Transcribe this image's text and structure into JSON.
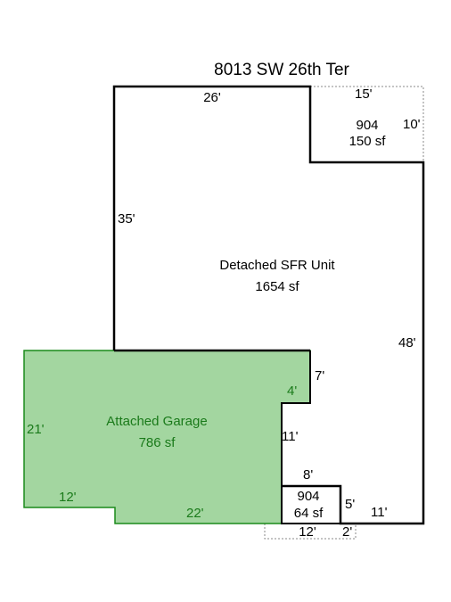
{
  "title": "8013 SW 26th Ter",
  "colors": {
    "outline": "#000000",
    "garage_fill": "#a3d6a0",
    "garage_stroke": "#1a8a1a",
    "garage_text": "#1a7a1a",
    "dashed": "#888888"
  },
  "main_unit": {
    "name": "Detached SFR Unit",
    "area": "1654 sf",
    "dims": {
      "top": "26'",
      "left": "35'",
      "right": "48'",
      "step1": "7'",
      "step2": "11'",
      "step3": "8'",
      "step4": "5'",
      "bottom": "11'"
    }
  },
  "garage": {
    "name": "Attached Garage",
    "area": "786 sf",
    "dims": {
      "left": "21'",
      "notch_top": "4'",
      "bottom_left": "12'",
      "bottom": "22'"
    }
  },
  "cutout_top": {
    "code": "904",
    "area": "150 sf",
    "dims": {
      "top": "15'",
      "right": "10'"
    }
  },
  "cutout_bottom": {
    "code": "904",
    "area": "64 sf",
    "dims": {
      "bottom": "12'",
      "right": "2'"
    }
  }
}
